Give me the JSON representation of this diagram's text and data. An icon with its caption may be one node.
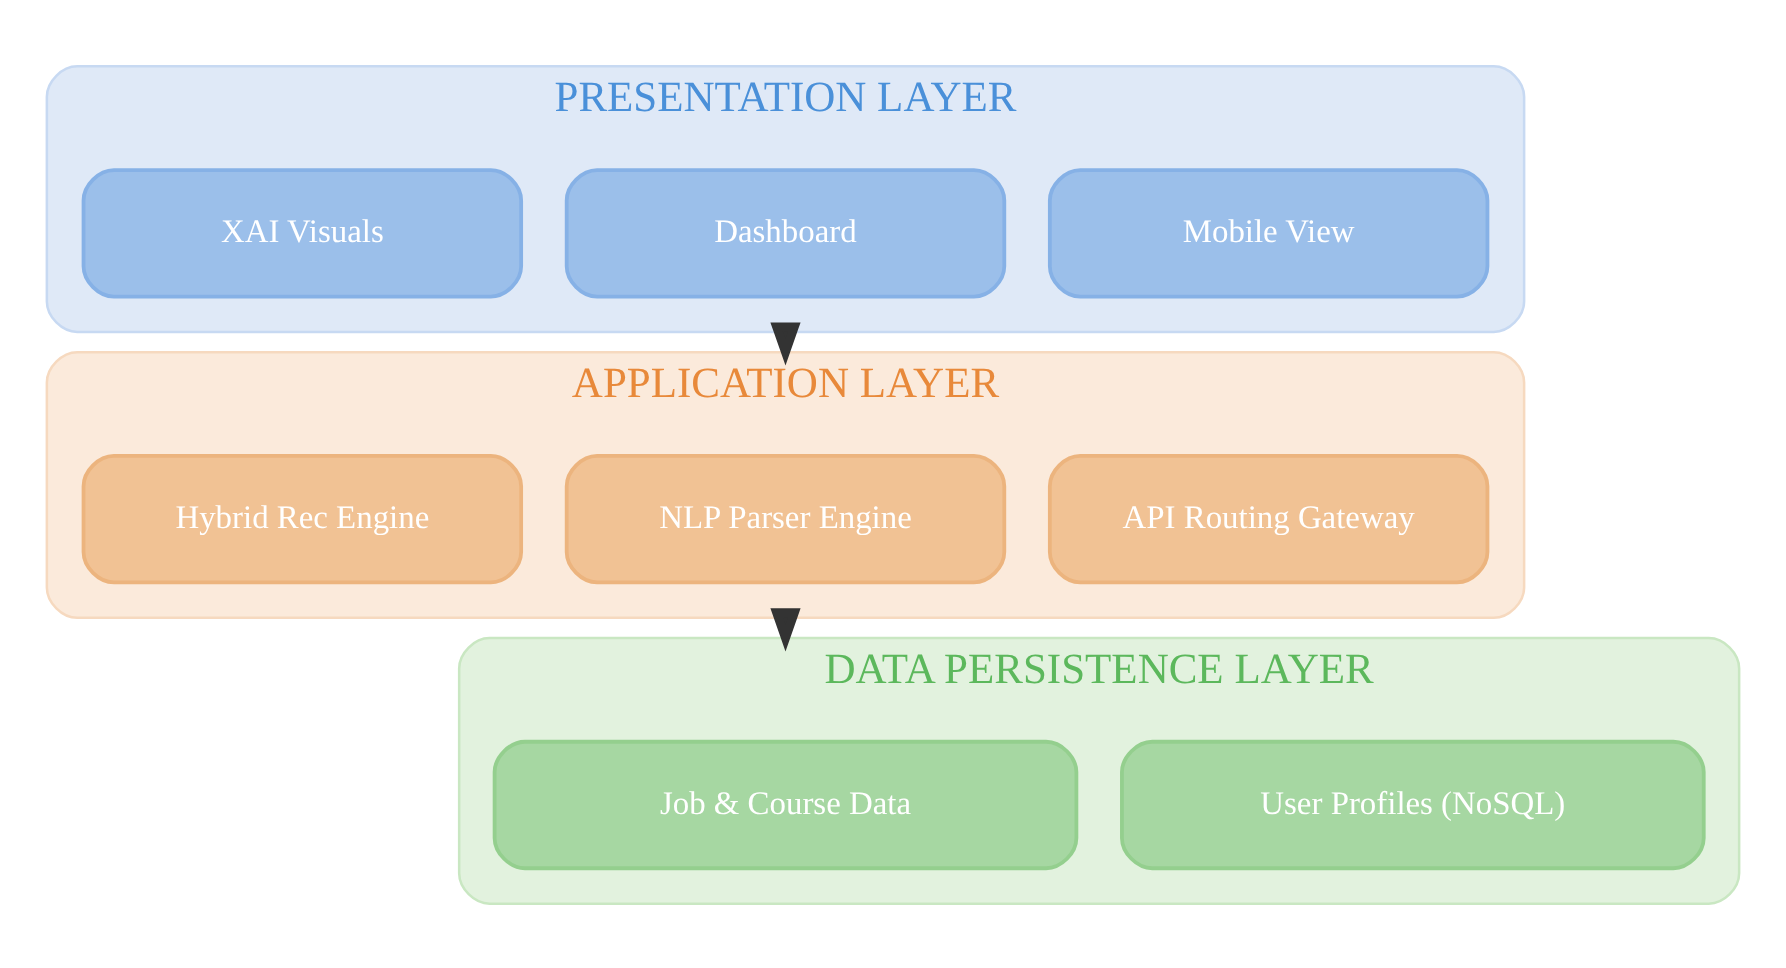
{
  "diagram": {
    "nodes": [
      {
        "text": [
          "PRESENTATION LAYER"
        ]
      },
      {
        "text": [
          "Mobile View"
        ],
        "in": 0
      },
      {
        "text": [
          "Dashboard"
        ],
        "in": 0
      },
      {
        "text": [
          "XAI Visuals"
        ],
        "in": 0
      },
      {
        "text": [
          "APPLICATION LAYER"
        ]
      },
      {
        "text": [
          "API Routing Gateway"
        ],
        "in": 4
      },
      {
        "text": [
          "NLP Parser Engine"
        ],
        "in": 4
      },
      {
        "text": [
          "Hybrid Rec Engine"
        ],
        "in": 4
      },
      {
        "text": [
          "DATA PERSISTENCE LAYER"
        ]
      },
      {
        "text": [
          "User Profiles (NoSQL)"
        ],
        "in": 8
      },
      {
        "text": [
          "Job & Course Data"
        ],
        "in": 8
      }
    ],
    "edges": [
      {
        "from": 0,
        "to": 4,
        "arrow": "to",
        "style": "thick"
      },
      {
        "from": 4,
        "to": 8,
        "arrow": "to",
        "style": "thick"
      }
    ]
  }
}
